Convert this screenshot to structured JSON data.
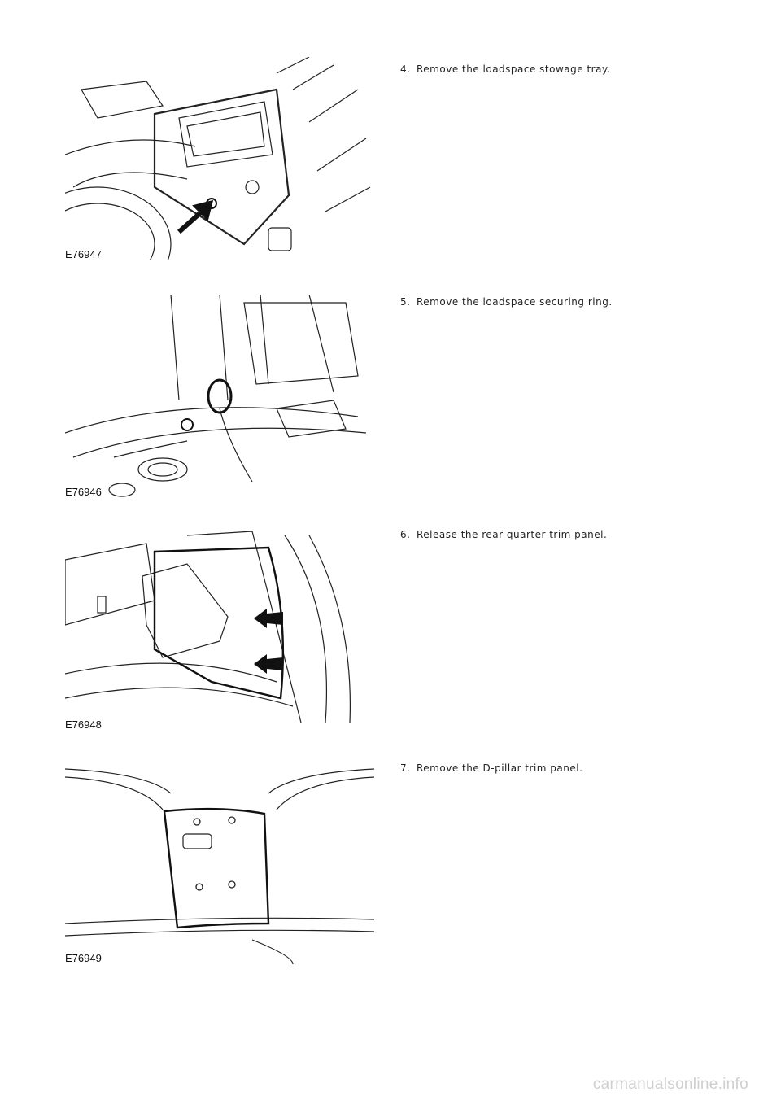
{
  "steps": [
    {
      "number": "4.",
      "text": "Remove the loadspace stowage tray.",
      "figure_label": "E76947"
    },
    {
      "number": "5.",
      "text": "Remove the loadspace securing ring.",
      "figure_label": "E76946"
    },
    {
      "number": "6.",
      "text": "Release the rear quarter trim panel.",
      "figure_label": "E76948"
    },
    {
      "number": "7.",
      "text": "Remove the D-pillar trim panel.",
      "figure_label": "E76949"
    }
  ],
  "footer": {
    "watermark": "carmanualsonline.info"
  }
}
